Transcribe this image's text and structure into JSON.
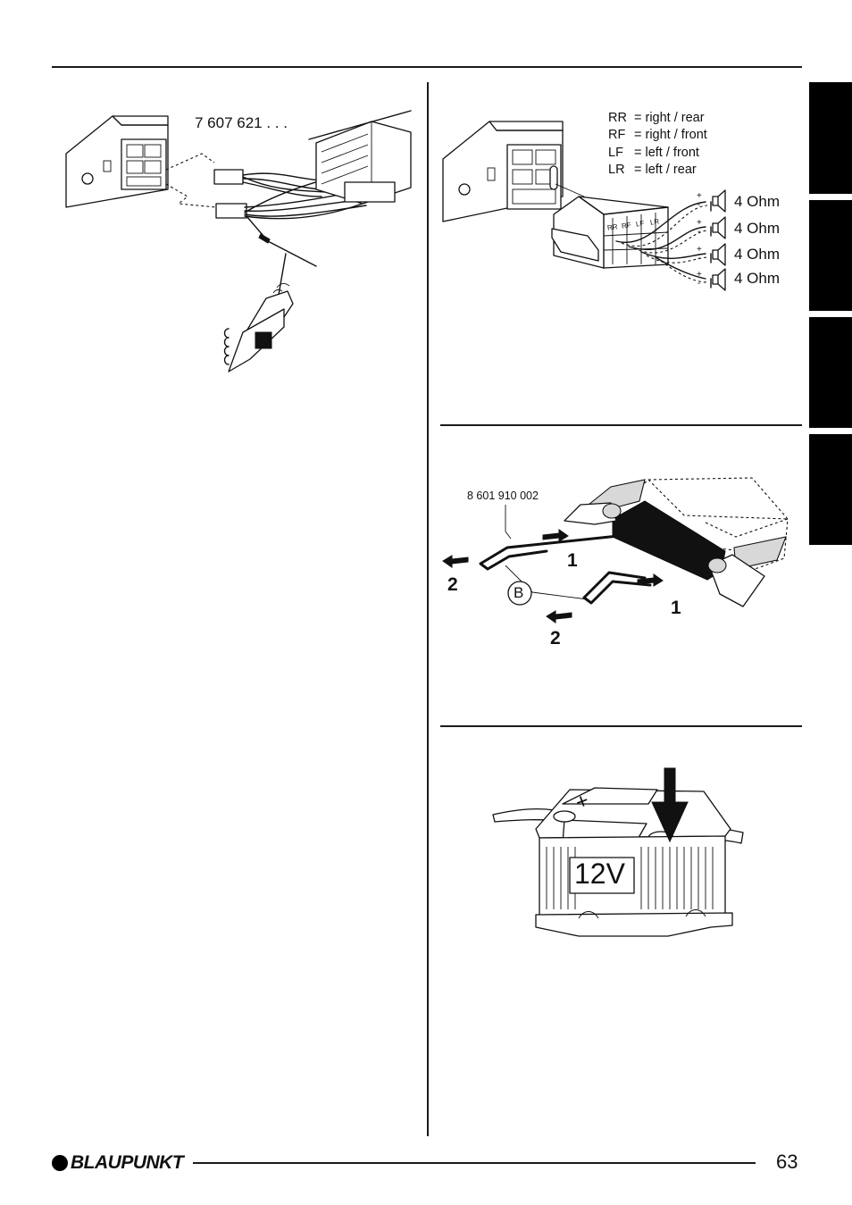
{
  "diagram_phone": {
    "part_number": "7 607 621 . . ."
  },
  "diagram_speakers": {
    "legend": [
      {
        "code": "RR",
        "meaning": "= right / rear"
      },
      {
        "code": "RF",
        "meaning": "= right / front"
      },
      {
        "code": "LF",
        "meaning": "= left / front"
      },
      {
        "code": "LR",
        "meaning": "= left / rear"
      }
    ],
    "connector_labels": [
      "RR",
      "RF",
      "LF",
      "LR"
    ],
    "speakers": [
      {
        "impedance": "4 Ohm"
      },
      {
        "impedance": "4 Ohm"
      },
      {
        "impedance": "4 Ohm"
      },
      {
        "impedance": "4 Ohm"
      }
    ],
    "plus": "+",
    "minus": "-"
  },
  "diagram_removal": {
    "part_number": "8 601 910 002",
    "callout": "B",
    "step_push": "1",
    "step_pull": "2"
  },
  "diagram_battery": {
    "voltage": "12V",
    "polarity": "+"
  },
  "footer": {
    "brand": "BLAUPUNKT",
    "page_number": "63"
  }
}
